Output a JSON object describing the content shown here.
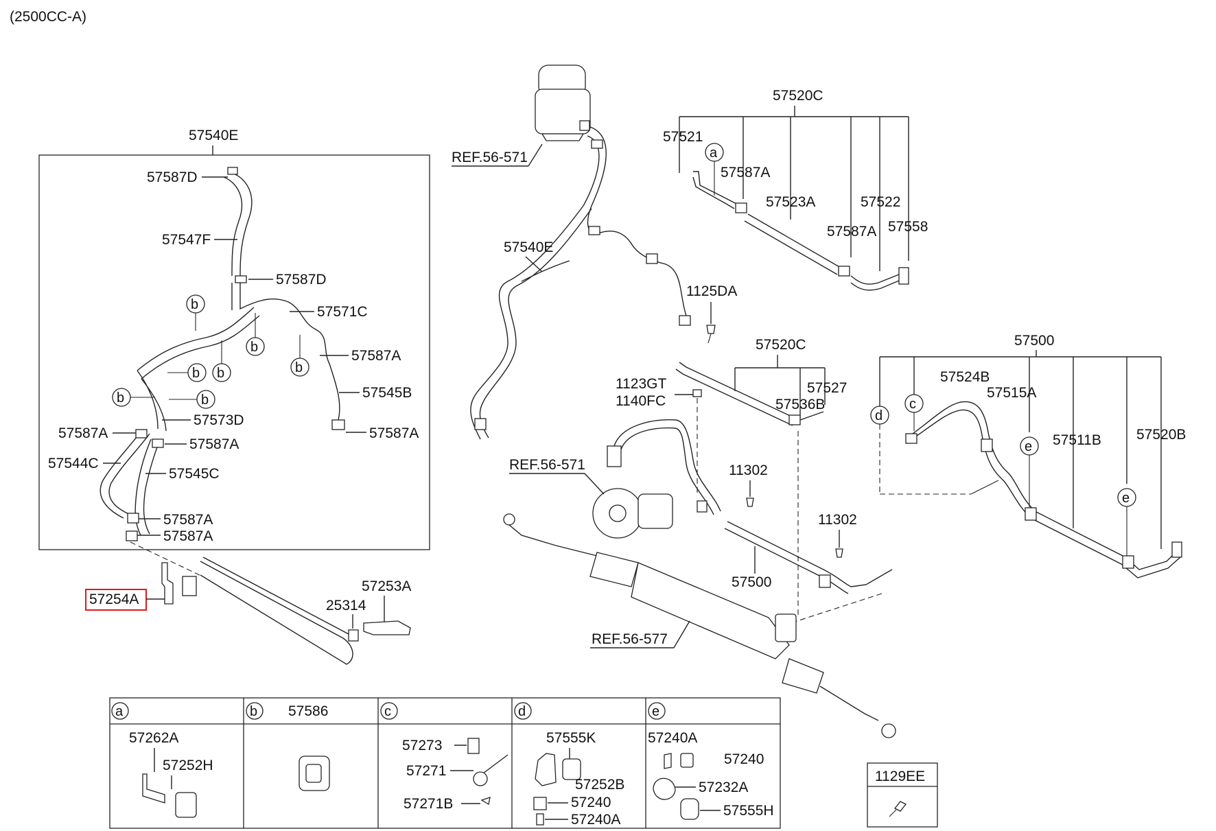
{
  "header": {
    "variant": "(2500CC-A)"
  },
  "labels": {
    "l57540E_left": "57540E",
    "l57587D_top": "57587D",
    "l57547F": "57547F",
    "l57587D_mid": "57587D",
    "l57571C": "57571C",
    "l57587A_1": "57587A",
    "l57545B": "57545B",
    "l57587A_2": "57587A",
    "l57573D": "57573D",
    "l57587A_3": "57587A",
    "l57587A_4": "57587A",
    "l57544C": "57544C",
    "l57545C": "57545C",
    "l57587A_5": "57587A",
    "l57587A_6": "57587A",
    "l57254A": "57254A",
    "l25314": "25314",
    "l57253A": "57253A",
    "ref_reservoir": "REF.56-571",
    "l57540E_mid": "57540E",
    "l1125DA": "1125DA",
    "l57520C_top": "57520C",
    "l57521": "57521",
    "l57587A_top": "57587A",
    "l57523A": "57523A",
    "l57522": "57522",
    "l57587A_top2": "57587A",
    "l57558": "57558",
    "l57520C_mid": "57520C",
    "l57527": "57527",
    "l57536B": "57536B",
    "l1123GT": "1123GT",
    "l1140FC": "1140FC",
    "ref_pump": "REF.56-571",
    "l11302_a": "11302",
    "l11302_b": "11302",
    "l57500_mid": "57500",
    "ref_gear": "REF.56-577",
    "l57500_right": "57500",
    "l57524B": "57524B",
    "l57515A": "57515A",
    "l57511B": "57511B",
    "l57520B": "57520B"
  },
  "callouts": {
    "a": "a",
    "b": "b",
    "c": "c",
    "d": "d",
    "e": "e"
  },
  "legend": {
    "a": {
      "key": "a",
      "parts": [
        "57262A",
        "57252H"
      ]
    },
    "b": {
      "key": "b",
      "parts": [
        "57586"
      ]
    },
    "c": {
      "key": "c",
      "parts": [
        "57273",
        "57271",
        "57271B"
      ]
    },
    "d": {
      "key": "d",
      "parts": [
        "57555K",
        "57252B",
        "57240",
        "57240A"
      ]
    },
    "e": {
      "key": "e",
      "parts": [
        "57240A",
        "57240",
        "57232A",
        "57555H"
      ]
    }
  },
  "fastener_box": {
    "title": "1129EE"
  },
  "colors": {
    "line": "#222222",
    "highlight": "#e01818",
    "background": "#ffffff"
  }
}
